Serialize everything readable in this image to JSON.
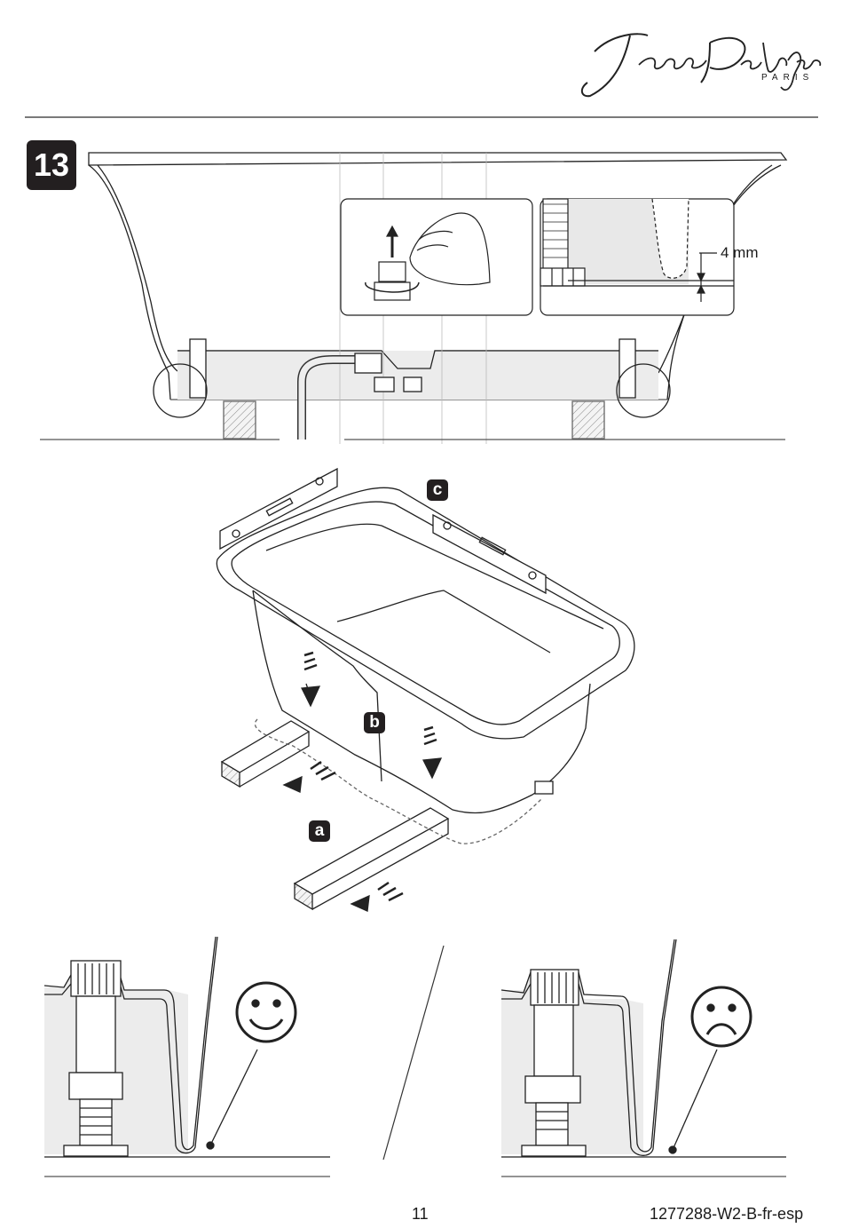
{
  "brand": {
    "signature": "Jacob Delafon",
    "city": "PARIS"
  },
  "step": {
    "number": "13"
  },
  "detail": {
    "gap_label": "4 mm"
  },
  "labels": {
    "a": "a",
    "b": "b",
    "c": "c"
  },
  "icons": {
    "ok": "smiley-face-icon",
    "bad": "sad-face-icon"
  },
  "footer": {
    "page_number": "11",
    "doc_ref": "1277288-W2-B-fr-esp"
  }
}
